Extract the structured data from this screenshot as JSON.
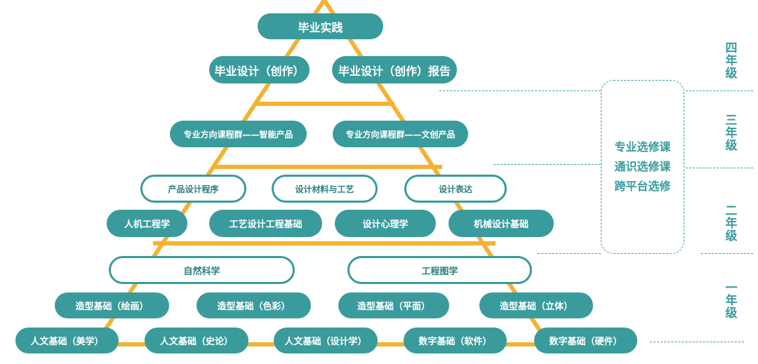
{
  "colors": {
    "frame": "#f4b233",
    "teal": "#3a9b9c",
    "teal_text": "#2f7f80"
  },
  "tier1": [
    "人文基础（美学）",
    "人文基础（史论）",
    "人文基础（设计学）",
    "数字基础（软件）",
    "数字基础（硬件）"
  ],
  "tier2": [
    "造型基础（绘画）",
    "造型基础（色彩）",
    "造型基础（平面）",
    "造型基础（立体）"
  ],
  "tier3": [
    "自然科学",
    "工程图学"
  ],
  "tier4": [
    "人机工程学",
    "工艺设计工程基础",
    "设计心理学",
    "机械设计基础"
  ],
  "tier5": [
    "产品设计程序",
    "设计材料与工艺",
    "设计表达"
  ],
  "tier6": [
    "专业方向课程群——智能产品",
    "专业方向课程群——文创产品"
  ],
  "tier7": [
    "毕业设计（创作）",
    "毕业设计（创作）报告"
  ],
  "tier8": [
    "毕业实践"
  ],
  "year_labels": {
    "y4": [
      "四",
      "年",
      "级"
    ],
    "y3": [
      "三",
      "年",
      "级"
    ],
    "y2": [
      "二",
      "年",
      "级"
    ],
    "y1": [
      "一",
      "年",
      "级"
    ]
  },
  "electives": [
    "专业选修课",
    "通识选修课",
    "跨平台选修"
  ]
}
